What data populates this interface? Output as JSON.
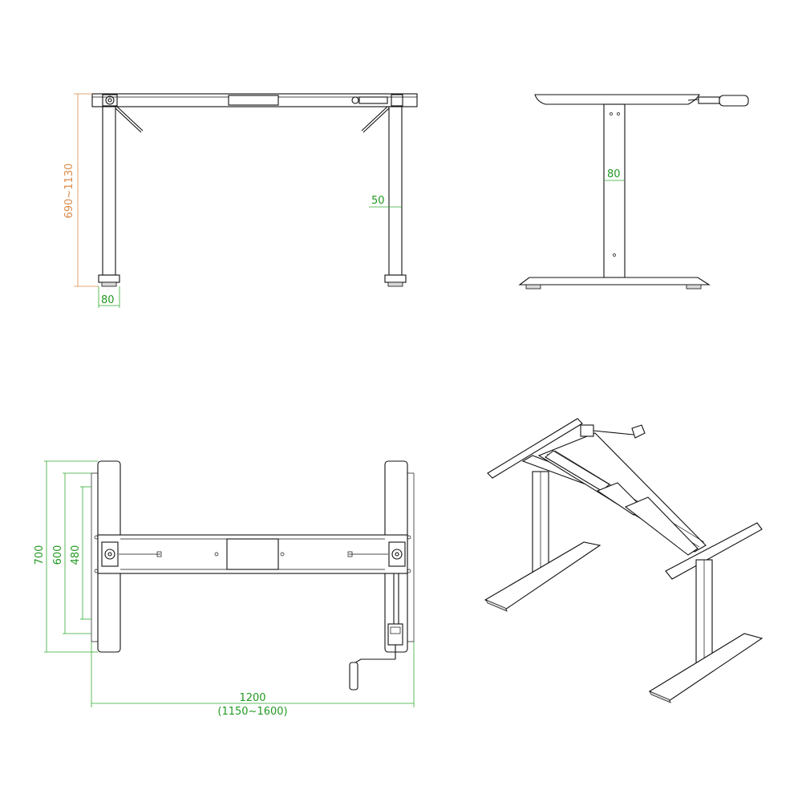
{
  "colors": {
    "dimension_green": "#33aa33",
    "dimension_label_green": "#229922",
    "dimension_orange": "#d98a4a",
    "line": "#111111"
  },
  "front_view": {
    "height_label": "690~1130",
    "leg_width_label": "50",
    "foot_width_label": "80"
  },
  "side_view": {
    "leg_width_label": "80"
  },
  "top_view": {
    "depth_outer_label": "700",
    "depth_mid_label": "600",
    "depth_inner_label": "480",
    "width_label": "1200",
    "width_range_label": "(1150~1600)"
  }
}
